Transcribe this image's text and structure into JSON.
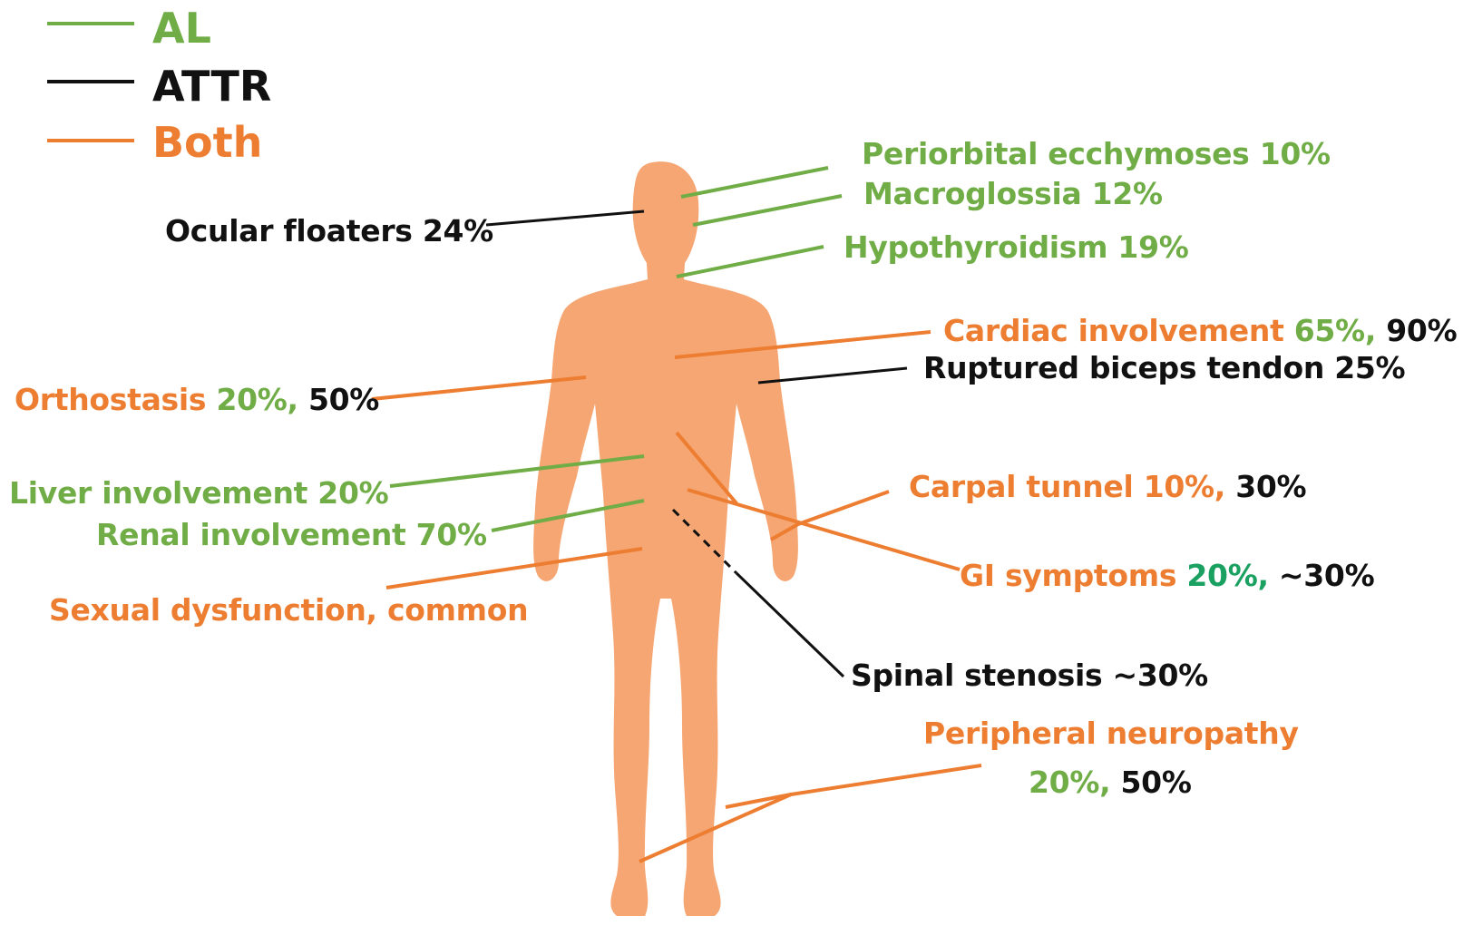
{
  "legend": {
    "al": {
      "label": "AL",
      "color": "#70ad47"
    },
    "attr": {
      "label": "ATTR",
      "color": "#111111"
    },
    "both": {
      "label": "Both",
      "color": "#ed7d31"
    }
  },
  "colors": {
    "body": "#f5a673",
    "al": "#70ad47",
    "attr": "#111111",
    "both": "#ed7d31",
    "teal": "#1aa061"
  },
  "labels": {
    "periorbital": "Periorbital ecchymoses 10%",
    "macroglossia": "Macroglossia 12%",
    "hypothyroidism": "Hypothyroidism 19%",
    "ocular": "Ocular floaters 24%",
    "cardiac_name": "Cardiac involvement ",
    "cardiac_al": "65%, ",
    "cardiac_attr": "90%",
    "biceps": "Ruptured biceps tendon 25%",
    "orthostasis_name": "Orthostasis ",
    "orthostasis_al": "20%, ",
    "orthostasis_attr": "50%",
    "liver": "Liver involvement 20%",
    "renal": "Renal involvement 70%",
    "carpal_name": "Carpal tunnel 10%, ",
    "carpal_attr": "30%",
    "gi_name": "GI symptoms ",
    "gi_al": "20%, ",
    "gi_attr": "~30%",
    "sexual": "Sexual dysfunction, common",
    "spinal": "Spinal stenosis ~30%",
    "neuropathy_name": "Peripheral neuropathy",
    "neuropathy_al": "20%, ",
    "neuropathy_attr": "50%"
  }
}
